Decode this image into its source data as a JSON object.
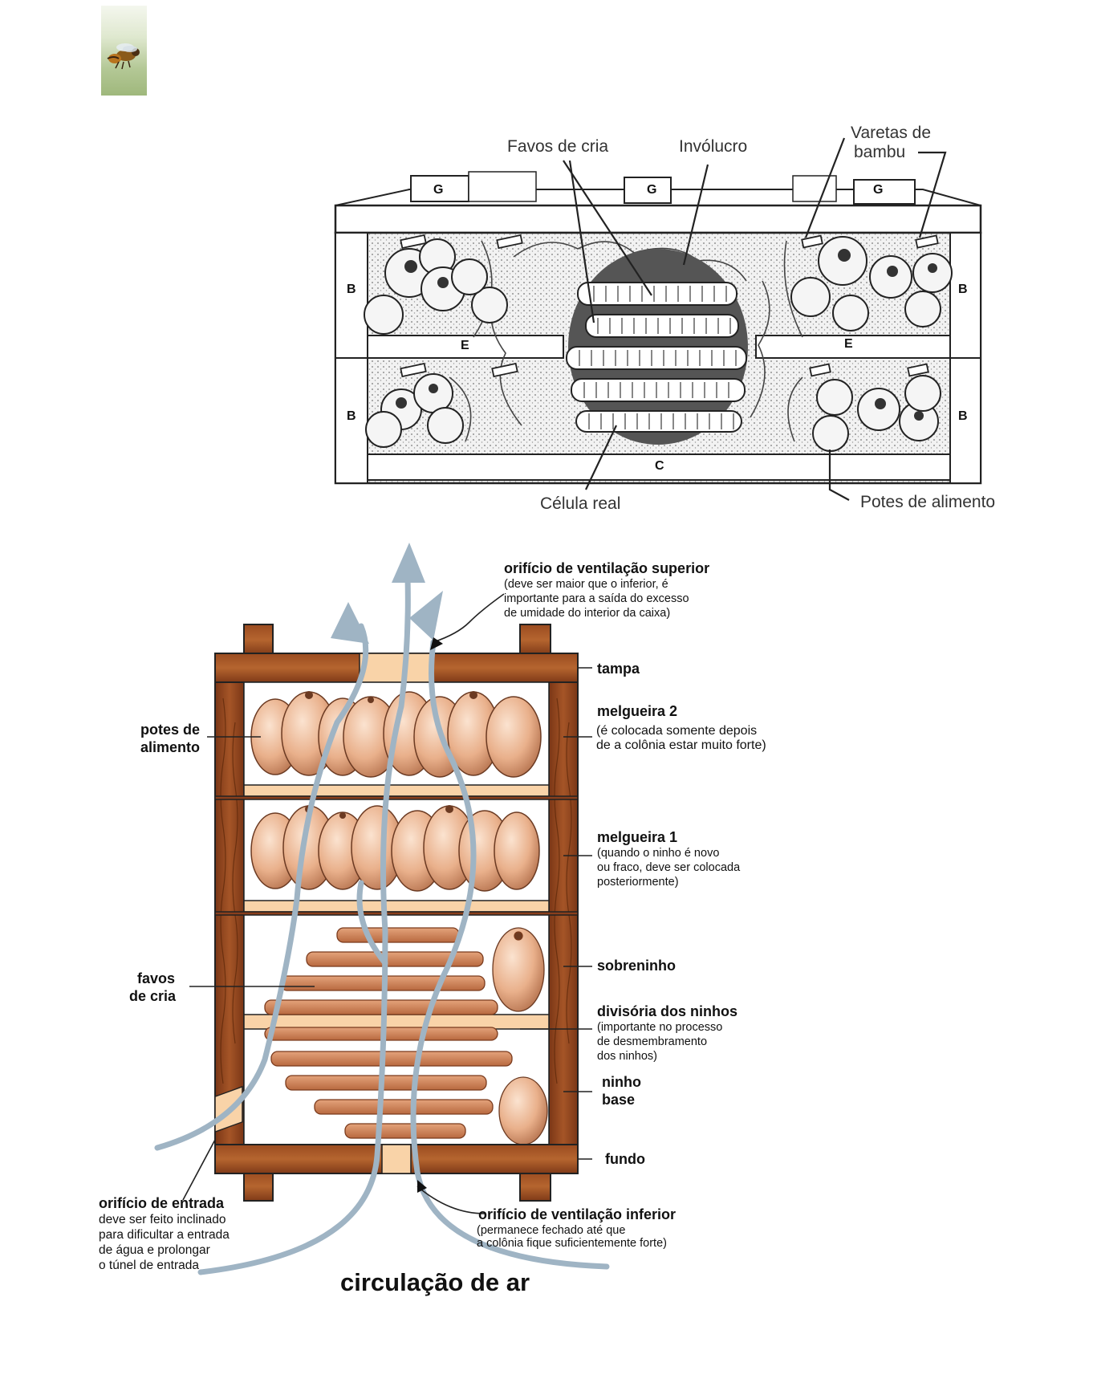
{
  "thumbnail": {
    "icon": "bee-icon"
  },
  "top_diagram": {
    "favos_de_cria": "Favos de cria",
    "involucro": "Invólucro",
    "varetas_line1": "Varetas de",
    "varetas_line2": "bambu",
    "celula_real": "Célula real",
    "potes_de_alimento": "Potes de alimento",
    "letters": {
      "g": "G",
      "b": "B",
      "e": "E",
      "c": "C"
    }
  },
  "bottom_diagram": {
    "vent_superior": {
      "title": "orifício de ventilação superior",
      "line1": "(deve ser maior que o inferior, é",
      "line2": "importante para a saída do excesso",
      "line3": "de umidade do interior da caixa)"
    },
    "tampa": "tampa",
    "melgueira2": {
      "title": "melgueira 2",
      "line1": "(é colocada somente depois",
      "line2": "de a colônia estar muito forte)"
    },
    "potes": {
      "line1": "potes de",
      "line2": "alimento"
    },
    "melgueira1": {
      "title": "melgueira 1",
      "line1": "(quando o ninho é novo",
      "line2": "ou fraco, deve ser colocada",
      "line3": "posteriormente)"
    },
    "sobreninho": "sobreninho",
    "favos": {
      "line1": "favos",
      "line2": "de cria"
    },
    "divisoria": {
      "title": "divisória dos ninhos",
      "line1": "(importante no processo",
      "line2": "de desmembramento",
      "line3": "dos ninhos)"
    },
    "ninho_base": {
      "line1": "ninho",
      "line2": "base"
    },
    "fundo": "fundo",
    "entrada": {
      "title": "orifício de entrada",
      "line1": "deve ser feito inclinado",
      "line2": "para dificultar a entrada",
      "line3": "de água e prolongar",
      "line4": "o túnel de entrada"
    },
    "vent_inferior": {
      "title": "orifício de ventilação inferior",
      "line1": "(permanece fechado até que",
      "line2": "a colônia fique suficientemente forte)"
    },
    "caption": "circulação de ar"
  },
  "colors": {
    "wood": "#8a3f1c",
    "wood_light": "#b5652f",
    "pot": "#e8b088",
    "pot_dark": "#c6875e",
    "brood": "#c87a4e",
    "air": "#9fb4c4",
    "slat": "#f9d3a8"
  }
}
